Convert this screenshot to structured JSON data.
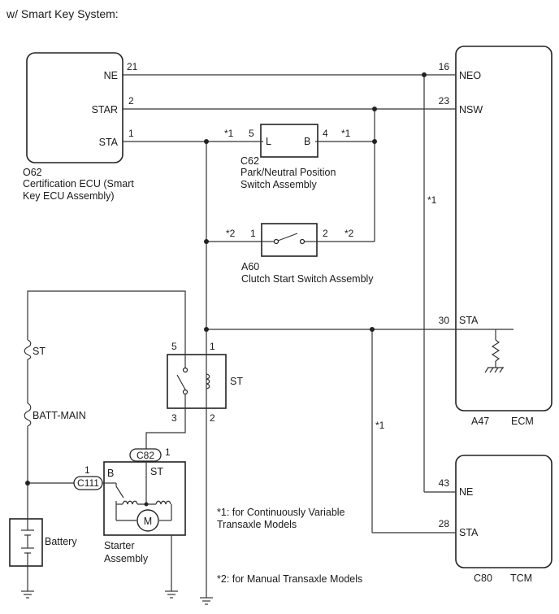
{
  "title": "w/ Smart Key System:",
  "ecu_o62": {
    "pins": {
      "ne": "NE",
      "star": "STAR",
      "sta": "STA"
    },
    "pin_nums": {
      "ne": "21",
      "star": "2",
      "sta": "1"
    },
    "code": "O62",
    "name_line1": "Certification ECU (Smart",
    "name_line2": "Key ECU Assembly)"
  },
  "ecm_a47": {
    "pins": {
      "neo": "NEO",
      "nsw": "NSW",
      "sta": "STA"
    },
    "pin_nums": {
      "neo": "16",
      "nsw": "23",
      "sta": "30"
    },
    "code": "A47",
    "name": "ECM"
  },
  "tcm_c80": {
    "pins": {
      "ne": "NE",
      "sta": "STA"
    },
    "pin_nums": {
      "ne": "43",
      "sta": "28"
    },
    "code": "C80",
    "name": "TCM"
  },
  "c62": {
    "pin_l": "L",
    "pin_b": "B",
    "pin_num_l": "5",
    "pin_num_b": "4",
    "note_left": "*1",
    "note_right": "*1",
    "code": "C62",
    "name_line1": "Park/Neutral Position",
    "name_line2": "Switch Assembly"
  },
  "a60": {
    "pin_num_1": "1",
    "pin_num_2": "2",
    "note_left": "*2",
    "note_right": "*2",
    "code": "A60",
    "name": "Clutch Start Switch Assembly"
  },
  "relay_st": {
    "name": "ST",
    "pin5": "5",
    "pin1": "1",
    "pin3": "3",
    "pin2": "2"
  },
  "fuses": {
    "st": "ST",
    "batt_main": "BATT-MAIN"
  },
  "battery": {
    "label": "Battery"
  },
  "starter": {
    "b": "B",
    "st": "ST",
    "motor": "M",
    "name_line1": "Starter",
    "name_line2": "Assembly",
    "c82": "C82",
    "c82_pin": "1",
    "c111": "C111",
    "c111_pin": "1"
  },
  "wire_notes": {
    "ecm_tcm_ne": "*1",
    "sta_tcm": "*1"
  },
  "notes": {
    "note1_line1": "*1: for Continuously Variable",
    "note1_line2": "Transaxle Models",
    "note2": "*2: for Manual Transaxle Models"
  }
}
